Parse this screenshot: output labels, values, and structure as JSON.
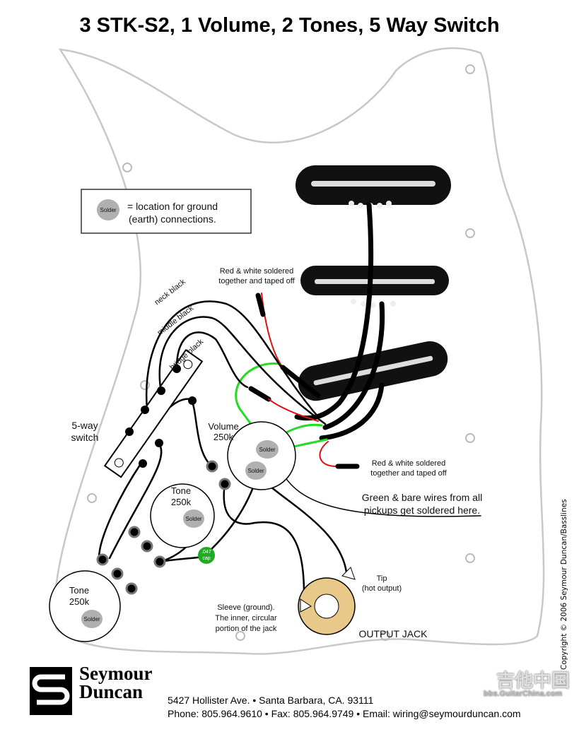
{
  "title": "3 STK-S2, 1 Volume, 2 Tones, 5 Way Switch",
  "legend": {
    "solder": "Solder",
    "text_line1": "= location for ground",
    "text_line2": "(earth) connections."
  },
  "wire_labels": {
    "neck": "neck black",
    "middle": "middle black",
    "bridge": "bridge black"
  },
  "notes": {
    "red_white_top_1": "Red & white soldered",
    "red_white_top_2": "together and taped off",
    "red_white_bottom_1": "Red & white soldered",
    "red_white_bottom_2": "together and taped off",
    "green_bare_1": "Green & bare wires from all",
    "green_bare_2": "pickups get soldered here."
  },
  "components": {
    "switch_1": "5-way",
    "switch_2": "switch",
    "volume_1": "Volume",
    "volume_2": "250k",
    "tone1_1": "Tone",
    "tone1_2": "250k",
    "tone2_1": "Tone",
    "tone2_2": "250k",
    "solder": "Solder",
    "cap_1": ".047",
    "cap_2": "cap",
    "tip_1": "Tip",
    "tip_2": "(hot output)",
    "sleeve_1": "Sleeve (ground).",
    "sleeve_2": "The inner, circular",
    "sleeve_3": "portion of the jack",
    "jack": "OUTPUT JACK"
  },
  "footer": {
    "brand_1": "Seymour",
    "brand_2": "Duncan",
    "address": "5427 Hollister Ave. • Santa Barbara, CA. 93111",
    "contact": "Phone: 805.964.9610 • Fax: 805.964.9749 • Email: wiring@seymourduncan.com",
    "copyright": "Copyright © 2006 Seymour Duncan/Basslines"
  },
  "watermark": {
    "cn": "吉他中国",
    "url": "bbs.GuitarChina.com"
  },
  "colors": {
    "wire_black": "#000000",
    "wire_red": "#e01010",
    "wire_green": "#22dd22",
    "solder": "#b0b0b0",
    "cap": "#22aa22",
    "jack_ring": "#e8c98a"
  }
}
